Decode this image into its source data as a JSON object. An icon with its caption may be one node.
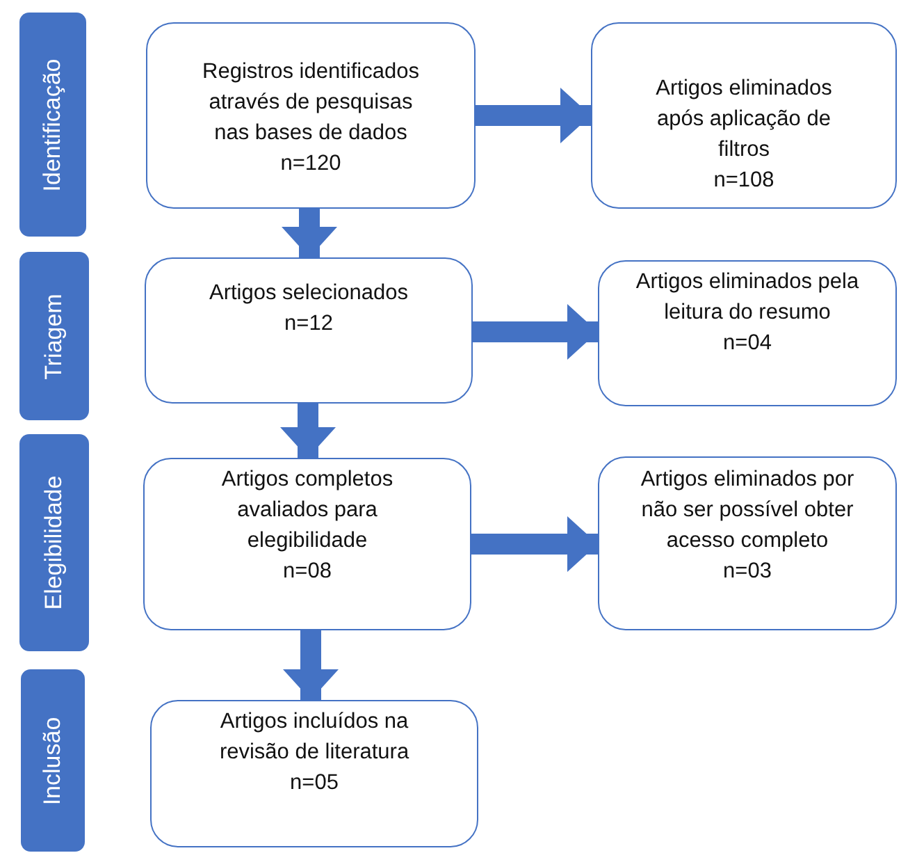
{
  "diagram": {
    "nodes": [
      {
        "text": [
          "Identificação"
        ]
      },
      {
        "text": [
          "Registros identificados através de pesquisas nas bases de dados",
          "n=120"
        ]
      },
      {
        "text": [
          "Artigos eliminados após aplicação de filtros",
          "n=108"
        ]
      },
      {
        "text": [
          "Triagem"
        ]
      },
      {
        "text": [
          "Artigos selecionados",
          "n=12"
        ]
      },
      {
        "text": [
          "Artigos eliminados pela leitura do resumo",
          "n=04"
        ]
      },
      {
        "text": [
          "Elegibilidade"
        ]
      },
      {
        "text": [
          "Artigos completos avaliados para elegibilidade",
          "n=08"
        ]
      },
      {
        "text": [
          "Artigos eliminados por não ser possível obter acesso completo",
          "n=03"
        ]
      },
      {
        "text": [
          "Inclusão"
        ]
      },
      {
        "text": [
          "Artigos incluídos na revisão de literatura",
          "n=05"
        ]
      }
    ],
    "edges": [
      {
        "from": 1,
        "to": 2,
        "arrow": "to"
      },
      {
        "from": 1,
        "to": 4,
        "arrow": "to"
      },
      {
        "from": 4,
        "to": 5,
        "arrow": "to"
      },
      {
        "from": 4,
        "to": 7,
        "arrow": "to"
      },
      {
        "from": 7,
        "to": 8,
        "arrow": "to"
      },
      {
        "from": 7,
        "to": 10,
        "arrow": "to"
      }
    ]
  }
}
